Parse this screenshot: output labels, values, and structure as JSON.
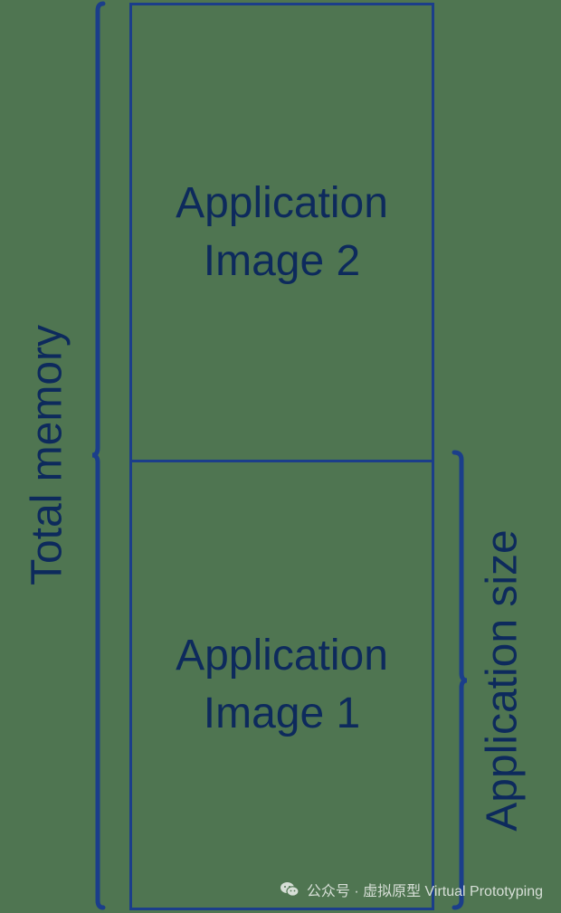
{
  "blocks": {
    "image2": {
      "line1": "Application",
      "line2": "Image 2"
    },
    "image1": {
      "line1": "Application",
      "line2": "Image 1"
    }
  },
  "labels": {
    "total_memory": "Total memory",
    "application_size": "Application size"
  },
  "watermark": {
    "icon": "wechat-icon",
    "text": "公众号 · 虚拟原型 Virtual Prototyping"
  },
  "colors": {
    "background": "#4f7551",
    "border": "#1b3e8a",
    "text": "#0d2a5c"
  }
}
